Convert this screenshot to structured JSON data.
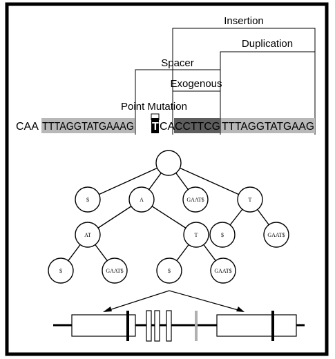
{
  "bracket_labels": {
    "insertion": "Insertion",
    "duplication": "Duplication",
    "spacer": "Spacer",
    "exogenous": "Exogenous",
    "point_mutation": "Point Mutation"
  },
  "sequence": {
    "segments": [
      {
        "id": "prefix",
        "text": "CAA",
        "style": "plain"
      },
      {
        "id": "repeat-left",
        "text": "TTTAGGTATGAAAG",
        "style": "light"
      },
      {
        "id": "gap",
        "text": " ",
        "style": "plain"
      },
      {
        "id": "mutated-base",
        "text": "T",
        "style": "black"
      },
      {
        "id": "ca",
        "text": "CA",
        "style": "plain"
      },
      {
        "id": "exogenous",
        "text": "CCTTCG",
        "style": "dark"
      },
      {
        "id": "repeat-right",
        "text": "TTTAGGTATGAAG",
        "style": "light"
      }
    ]
  },
  "tree": {
    "root": {
      "label": ""
    },
    "nodes": {
      "n1": "$",
      "nA": "A",
      "n2": "GAAT$",
      "nT": "T",
      "nAT": "AT",
      "nAT_T": "T",
      "nT_d": "$",
      "nT_g": "GAAT$",
      "nAT_d": "$",
      "nAT_g": "GAAT$",
      "nATT_d": "$",
      "nATT_g": "GAAT$"
    }
  },
  "colors": {
    "light_highlight": "#b8b8b8",
    "dark_highlight": "#5e5e5e",
    "black_highlight": "#000000",
    "marker_gray": "#b0b0b0",
    "ink": "#000000"
  }
}
